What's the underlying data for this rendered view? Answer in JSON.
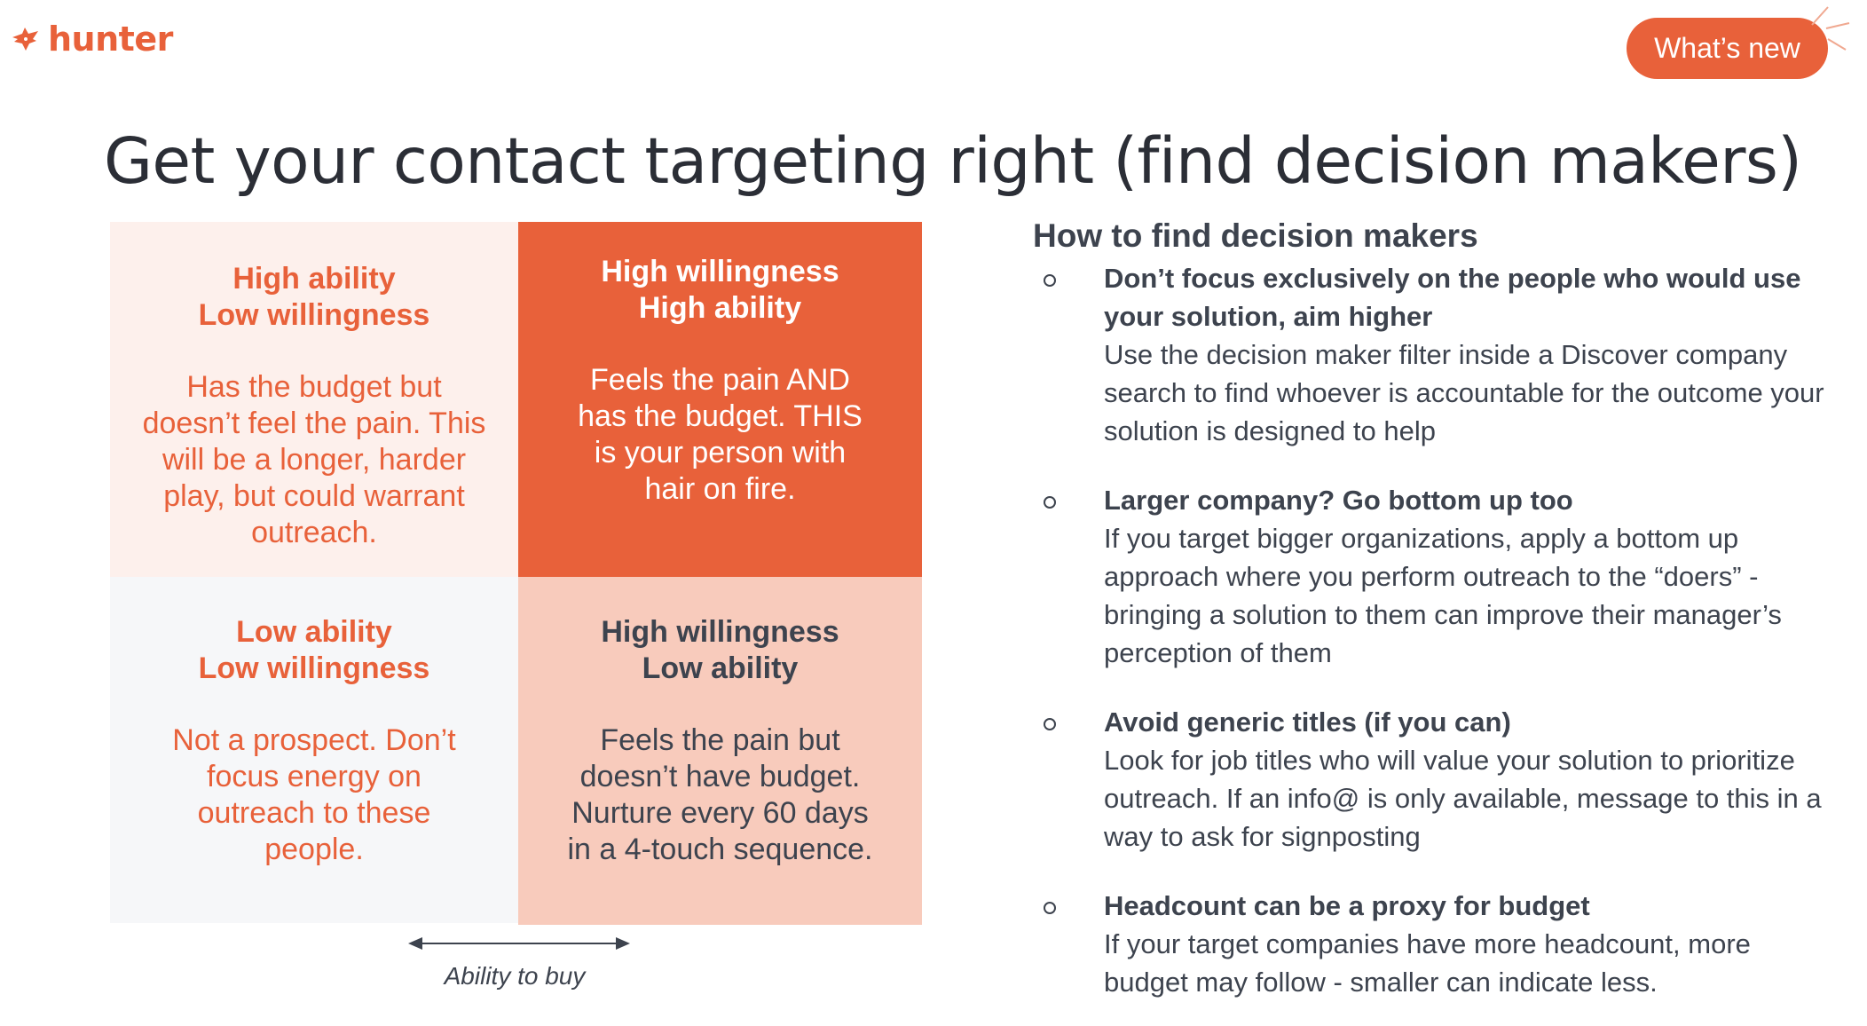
{
  "brand": {
    "name": "hunter",
    "accent": "#e8613a",
    "logo_icon": "fox-head-icon"
  },
  "header": {
    "whats_new_label": "What’s new"
  },
  "title": "Get your contact targeting right (find decision makers)",
  "matrix": {
    "axis_label": "Ability to buy",
    "quadrants": [
      {
        "heading_line1": "High ability",
        "heading_line2": "Low willingness",
        "body": "Has the budget but doesn’t feel the pain. This will be a longer, harder play, but could warrant outreach.",
        "color": "#fdf0ec"
      },
      {
        "heading_line1": "High willingness",
        "heading_line2": "High ability",
        "body": "Feels the pain AND has the budget. THIS is your person with hair on fire.",
        "color": "#e8613a"
      },
      {
        "heading_line1": "Low ability",
        "heading_line2": "Low willingness",
        "body": "Not a prospect. Don’t focus energy on outreach to these people.",
        "color": "#f6f7f9"
      },
      {
        "heading_line1": "High willingness",
        "heading_line2": "Low ability",
        "body": "Feels the pain but doesn’t have budget. Nurture every 60 days in a 4-touch sequence.",
        "color": "#f8cbbc"
      }
    ]
  },
  "guide": {
    "heading": "How to find decision makers",
    "tips": [
      {
        "title": "Don’t focus exclusively on the people who would use your solution, aim higher",
        "body": "Use the decision maker filter inside a Discover company search to find whoever is accountable for the outcome your solution is designed to help"
      },
      {
        "title": "Larger company? Go bottom up too",
        "body": "If you target bigger organizations, apply a bottom up approach where you perform outreach to the “doers” - bringing a solution to them can improve their manager’s perception of them"
      },
      {
        "title": "Avoid generic titles (if you can)",
        "body": "Look for job titles who will value your solution to prioritize outreach. If an info@ is only available, message to this in a way to ask for signposting"
      },
      {
        "title": "Headcount can be a proxy for budget",
        "body": "If your target companies have more headcount, more budget may follow - smaller can indicate less."
      }
    ]
  }
}
